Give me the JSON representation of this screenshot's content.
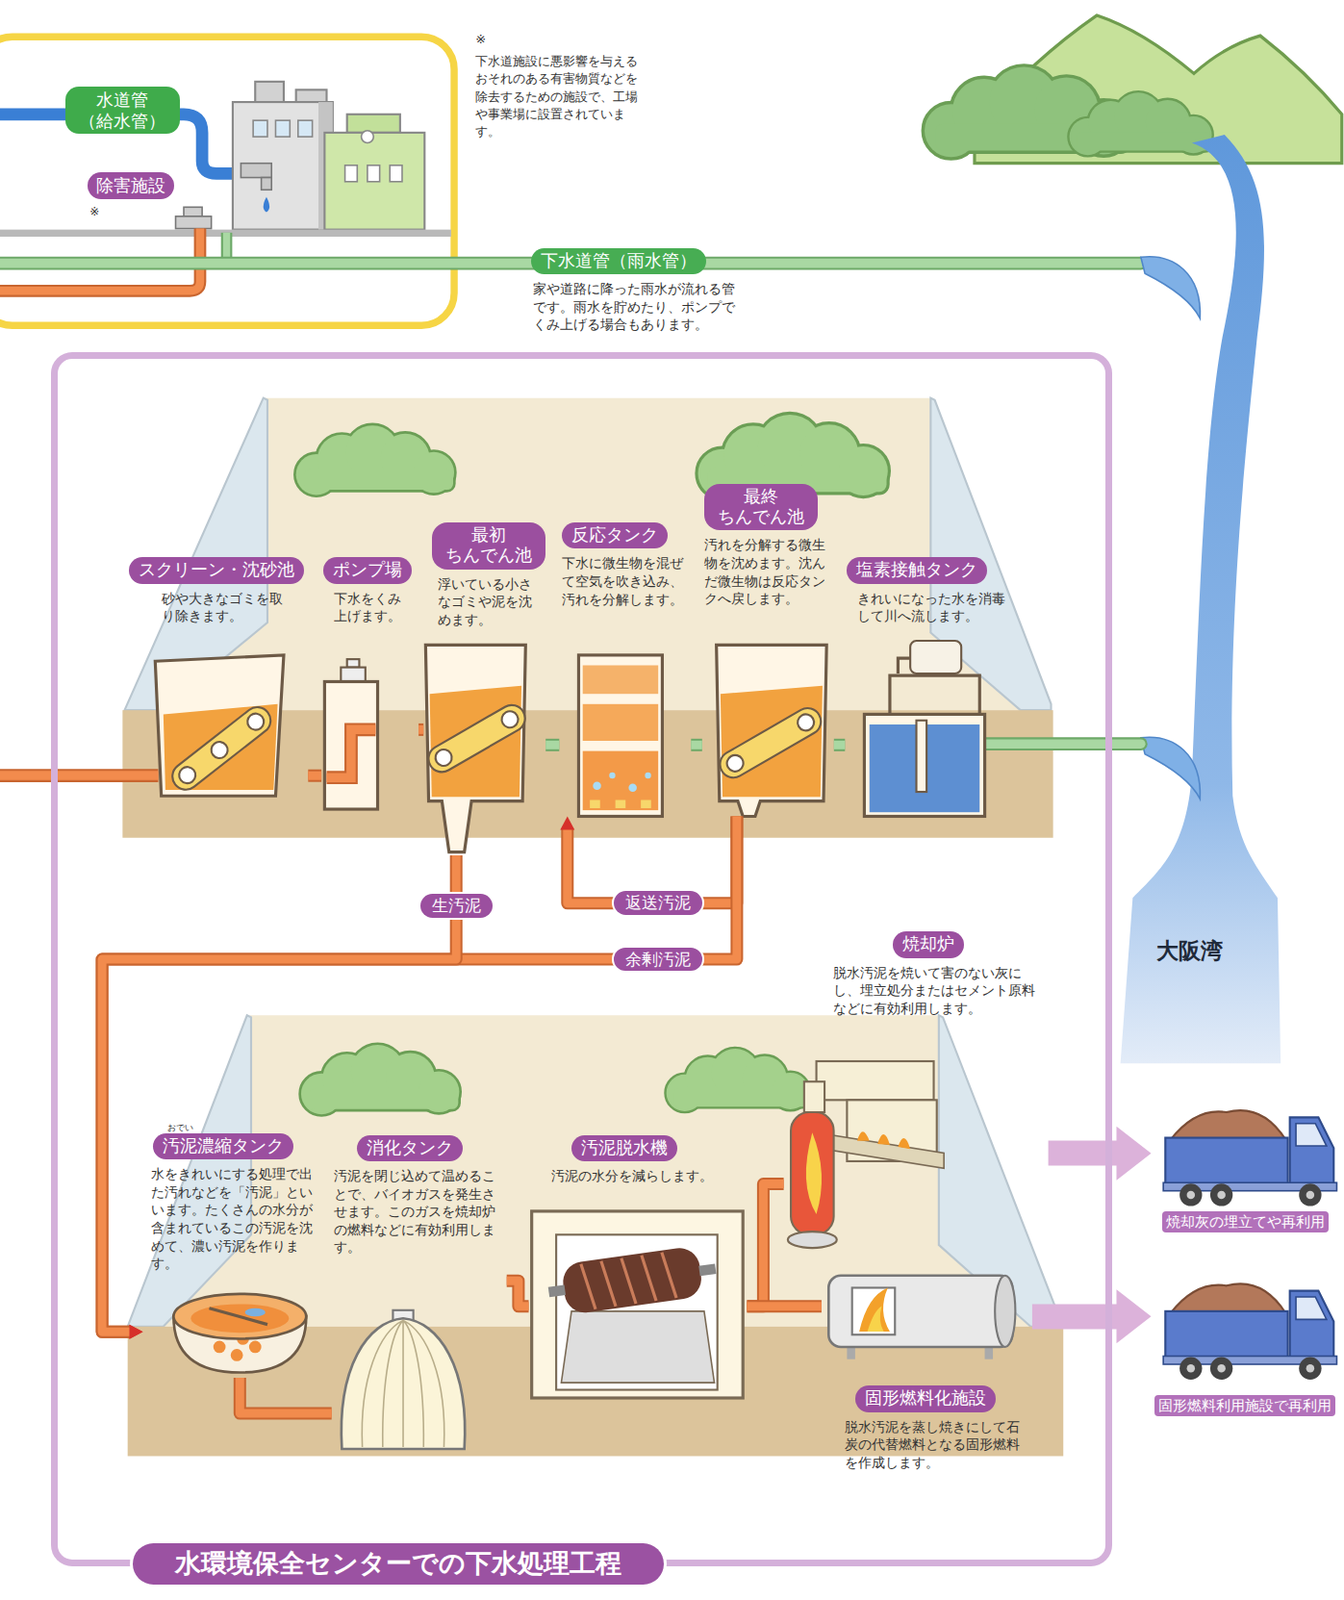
{
  "diagram": {
    "nodes": [
      {
        "text": [
          "水道管 （給水管）"
        ]
      },
      {
        "text": [
          "除害施設"
        ]
      },
      {
        "text": [
          "下水道管（雨水管）",
          "家や道路に降った雨水が流れる管です。雨水を貯めたり、ポンプでくみ上げる場合もあります。"
        ]
      },
      {
        "text": [
          "水環境保全センターでの下水処理工程"
        ]
      },
      {
        "text": [
          "スクリーン・沈砂池",
          "砂や大きなゴミを取り除きます。"
        ],
        "in": 3
      },
      {
        "text": [
          "ポンプ場",
          "下水をくみ上げます。"
        ],
        "in": 3
      },
      {
        "text": [
          "最初 ちんでん池",
          "浮いている小さなゴミや泥を沈めます。"
        ],
        "in": 3
      },
      {
        "text": [
          "反応タンク",
          "下水に微生物を混ぜて空気を吹き込み、汚れを分解します。"
        ],
        "in": 3
      },
      {
        "text": [
          "最終 ちんでん池",
          "汚れを分解する微生物を沈めます。沈んだ微生物は反応タンクへ戻します。"
        ],
        "in": 3
      },
      {
        "text": [
          "塩素接触タンク",
          "きれいになった水を消毒して川へ流します。"
        ],
        "in": 3
      },
      {
        "text": [
          "焼却炉",
          "脱水汚泥を焼いて害のない灰にし、埋立処分またはセメント原料などに有効利用します。"
        ],
        "in": 3
      },
      {
        "text": [
          "おでい",
          "汚泥濃縮タンク",
          "水をきれいにする処理で出た汚れなどを「汚泥」といいます。たくさんの水分が含まれているこの汚泥を沈めて、濃い汚泥を作ります。"
        ],
        "in": 3
      },
      {
        "text": [
          "消化タンク",
          "汚泥を閉じ込めて温めることで、バイオガスを発生させます。このガスを焼却炉の燃料などに有効利用します。"
        ],
        "in": 3
      },
      {
        "text": [
          "汚泥脱水機",
          "汚泥の水分を減らします。"
        ],
        "in": 3
      },
      {
        "text": [
          "固形燃料化施設",
          "脱水汚泥を蒸し焼きにして石炭の代替燃料となる固形燃料を作成します。"
        ],
        "in": 3
      },
      {
        "text": [
          "焼却灰の埋立てや再利用"
        ]
      },
      {
        "text": [
          "固形燃料利用施設で再利用"
        ]
      }
    ],
    "edges": [
      {
        "from": 4,
        "to": 5,
        "arrow": "none"
      },
      {
        "from": 5,
        "to": 6,
        "arrow": "none"
      },
      {
        "from": 6,
        "to": 7,
        "arrow": "none"
      },
      {
        "from": 7,
        "to": 8,
        "arrow": "none"
      },
      {
        "from": 8,
        "to": 9,
        "arrow": "none"
      },
      {
        "from": 8,
        "to": 7,
        "label": "返送汚泥",
        "arrow": "to"
      },
      {
        "from": 8,
        "to": 11,
        "label": "余剰汚泥",
        "arrow": "to"
      },
      {
        "from": 6,
        "to": 11,
        "label": "生汚泥",
        "arrow": "to"
      },
      {
        "from": 11,
        "to": 12,
        "arrow": "none"
      },
      {
        "from": 12,
        "to": 13,
        "arrow": "none"
      },
      {
        "from": 13,
        "to": 10,
        "arrow": "none"
      },
      {
        "from": 13,
        "to": 14,
        "arrow": "none"
      },
      {
        "from": 10,
        "to": 15,
        "arrow": "to"
      },
      {
        "from": 14,
        "to": 16,
        "arrow": "to"
      }
    ],
    "labels": [
      "※",
      "下水道施設に悪影響を与えるおそれのある有害物質などを除去するための施設で、工場や事業場に設置されています。",
      "※",
      "大阪湾"
    ]
  }
}
